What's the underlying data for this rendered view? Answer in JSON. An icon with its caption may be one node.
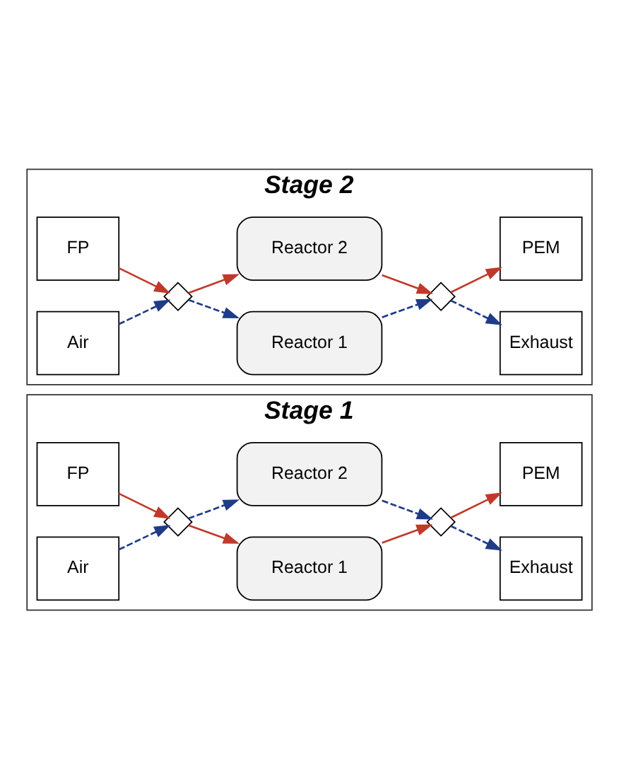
{
  "diagram": {
    "nodes": [
      {
        "text": [
          "Stage 1"
        ]
      },
      {
        "text": [
          "FP"
        ],
        "in": 0
      },
      {
        "text": [
          "Air"
        ],
        "in": 0
      },
      {
        "text": [],
        "shape": "valve",
        "in": 0
      },
      {
        "text": [
          "Reactor 1"
        ],
        "in": 0
      },
      {
        "text": [
          "Reactor 2"
        ],
        "in": 0
      },
      {
        "text": [],
        "shape": "valve",
        "in": 0
      },
      {
        "text": [
          "Exhaust"
        ],
        "in": 0
      },
      {
        "text": [
          "PEM"
        ],
        "in": 0
      },
      {
        "text": [
          "Stage 2"
        ]
      },
      {
        "text": [
          "FP"
        ],
        "in": 9
      },
      {
        "text": [
          "Air"
        ],
        "in": 9
      },
      {
        "text": [],
        "shape": "valve",
        "in": 9
      },
      {
        "text": [
          "Reactor 1"
        ],
        "in": 9
      },
      {
        "text": [
          "Reactor 2"
        ],
        "in": 9
      },
      {
        "text": [],
        "shape": "valve",
        "in": 9
      },
      {
        "text": [
          "Exhaust"
        ],
        "in": 9
      },
      {
        "text": [
          "PEM"
        ],
        "in": 9
      }
    ],
    "edges": [
      {
        "from": 1,
        "to": 3,
        "arrow": "to",
        "color": "#c0392b"
      },
      {
        "from": 3,
        "to": 4,
        "arrow": "to",
        "color": "#c0392b"
      },
      {
        "from": 2,
        "to": 3,
        "arrow": "to",
        "style": "dashed",
        "color": "#1f3c88"
      },
      {
        "from": 3,
        "to": 5,
        "arrow": "to",
        "style": "dashed",
        "color": "#1f3c88"
      },
      {
        "from": 4,
        "to": 6,
        "arrow": "to",
        "color": "#c0392b"
      },
      {
        "from": 5,
        "to": 6,
        "arrow": "to",
        "style": "dashed",
        "color": "#1f3c88"
      },
      {
        "from": 6,
        "to": 7,
        "arrow": "to",
        "style": "dashed",
        "color": "#1f3c88"
      },
      {
        "from": 6,
        "to": 8,
        "arrow": "to",
        "color": "#c0392b"
      },
      {
        "from": 10,
        "to": 12,
        "arrow": "to",
        "color": "#c0392b"
      },
      {
        "from": 12,
        "to": 13,
        "arrow": "to",
        "style": "dashed",
        "color": "#1f3c88"
      },
      {
        "from": 11,
        "to": 12,
        "arrow": "to",
        "style": "dashed",
        "color": "#1f3c88"
      },
      {
        "from": 12,
        "to": 14,
        "arrow": "to",
        "color": "#c0392b"
      },
      {
        "from": 13,
        "to": 15,
        "arrow": "to",
        "style": "dashed",
        "color": "#1f3c88"
      },
      {
        "from": 14,
        "to": 15,
        "arrow": "to",
        "color": "#c0392b"
      },
      {
        "from": 15,
        "to": 16,
        "arrow": "to",
        "style": "dashed",
        "color": "#1f3c88"
      },
      {
        "from": 15,
        "to": 17,
        "arrow": "to",
        "color": "#c0392b"
      }
    ]
  }
}
